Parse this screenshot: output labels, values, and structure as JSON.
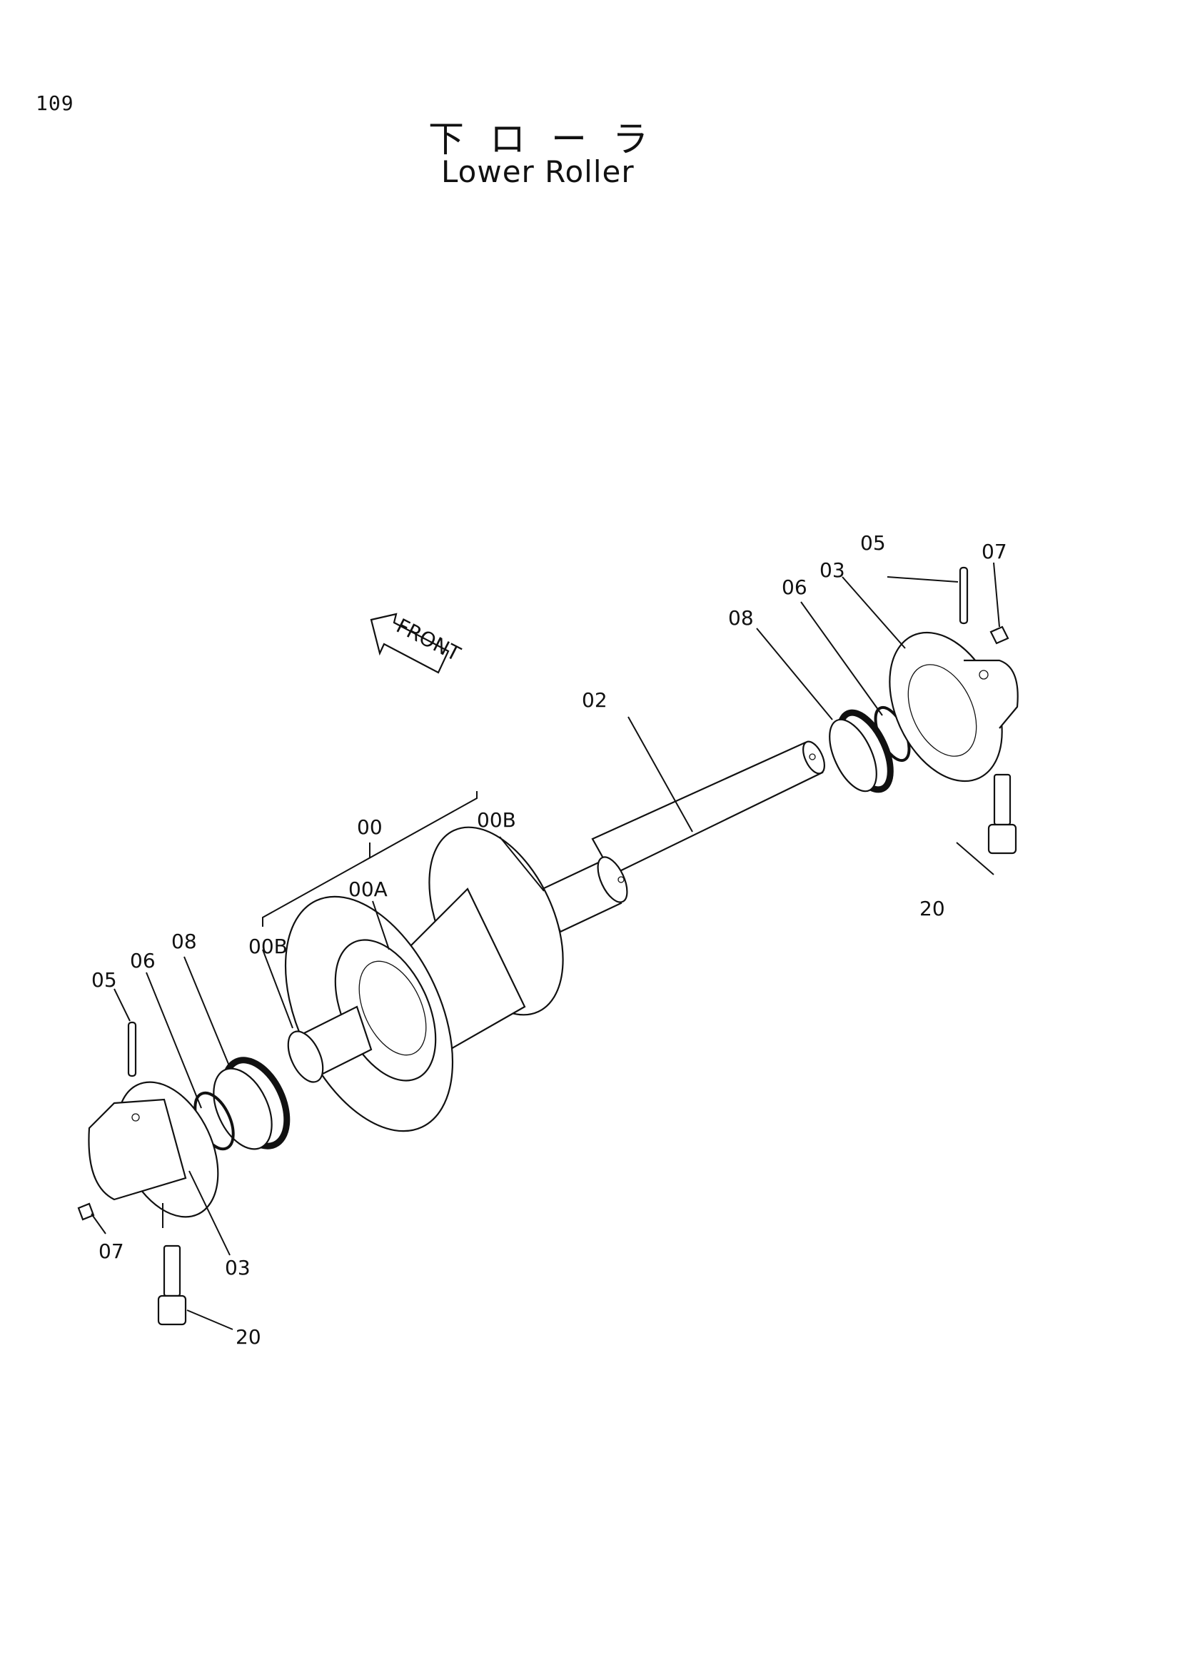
{
  "header": {
    "page_number": "109",
    "title_jp": "下ローラ",
    "title_en": "Lower Roller"
  },
  "drawing": {
    "direction_label": "FRONT",
    "callouts": {
      "c00": "00",
      "c00A": "00A",
      "c00B_top": "00B",
      "c00B_left": "00B",
      "c02": "02",
      "c03_right": "03",
      "c03_left": "03",
      "c05_right": "05",
      "c05_left": "05",
      "c06_right": "06",
      "c06_left": "06",
      "c07_right": "07",
      "c07_left": "07",
      "c08_right": "08",
      "c08_left": "08",
      "c20_right": "20",
      "c20_left": "20"
    }
  }
}
